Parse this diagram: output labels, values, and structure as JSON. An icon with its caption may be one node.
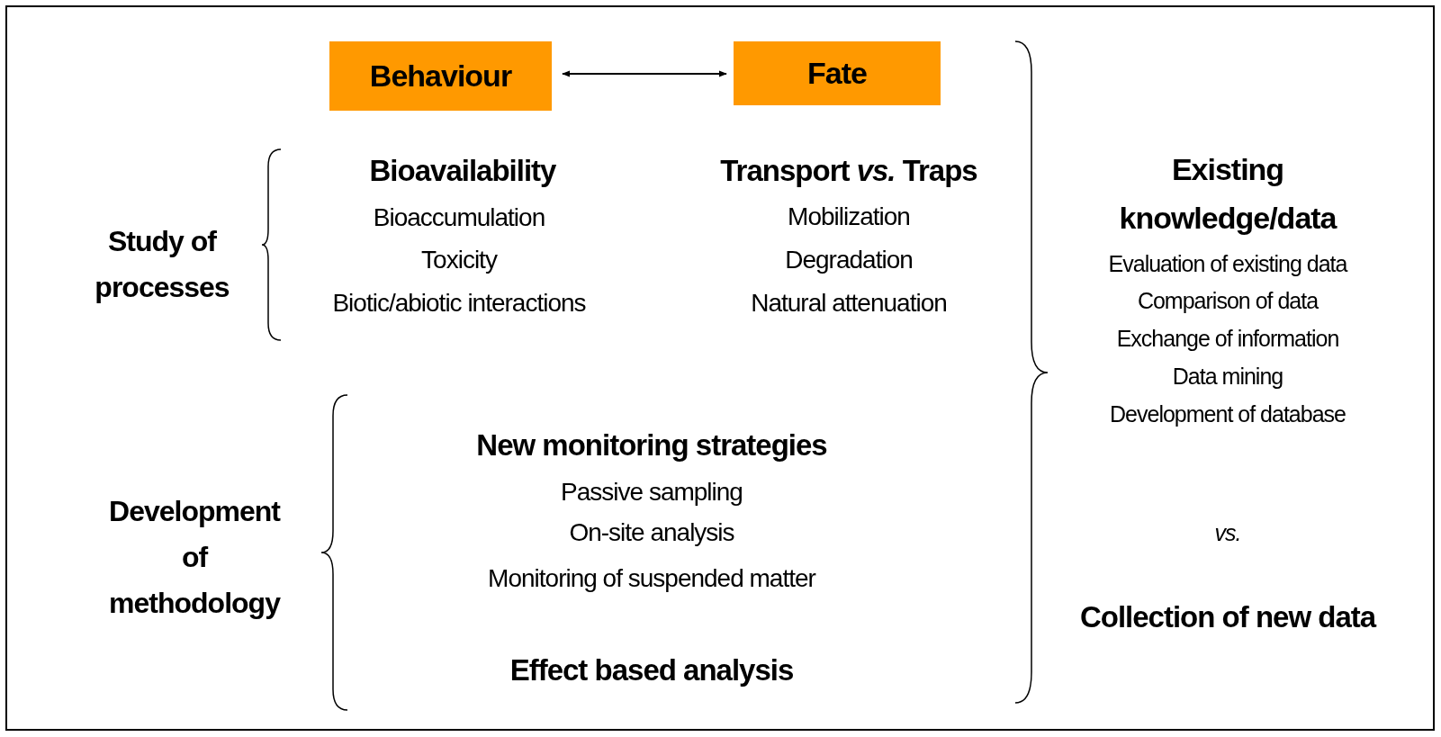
{
  "diagram": {
    "nodes": [
      {
        "text": [
          "Behaviour"
        ]
      },
      {
        "text": [
          "Fate"
        ]
      }
    ],
    "edges": [
      {
        "from": 0,
        "to": 1,
        "arrow": "both"
      }
    ],
    "labels": [
      "Study of processes",
      "Bioavailability",
      "Bioaccumulation",
      "Toxicity",
      "Biotic/abiotic interactions",
      "Transport *vs.* Traps",
      "Mobilization",
      "Degradation",
      "Natural attenuation",
      "Existing knowledge/data",
      "Evaluation of existing data",
      "Comparison of data",
      "Exchange of information",
      "Data mining",
      "Development of database",
      "vs.",
      "Collection of new data",
      "Development of methodology",
      "New monitoring strategies",
      "Passive sampling",
      "On-site analysis",
      "Monitoring of suspended matter",
      "Effect based analysis"
    ]
  }
}
